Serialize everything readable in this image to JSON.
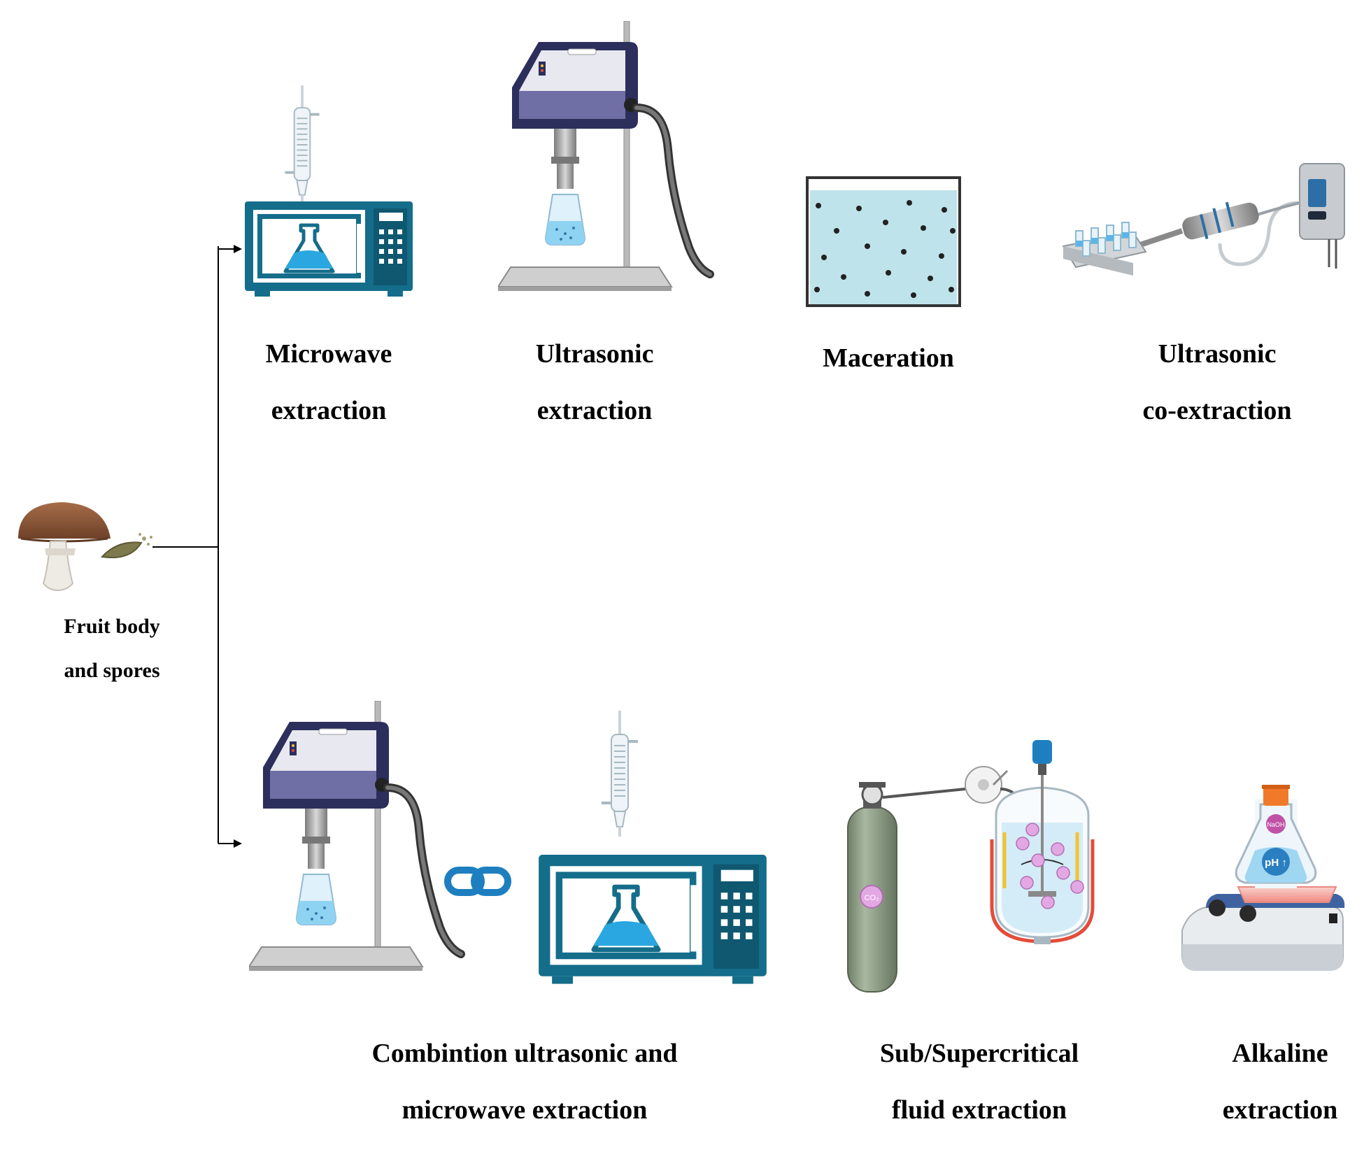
{
  "source": {
    "label_lines": [
      "Fruit body",
      "and spores"
    ]
  },
  "top_methods": [
    {
      "id": "microwave",
      "label_lines": [
        "Microwave",
        "extraction"
      ]
    },
    {
      "id": "ultrasonic",
      "label_lines": [
        "Ultrasonic",
        "extraction"
      ]
    },
    {
      "id": "maceration",
      "label_lines": [
        "Maceration"
      ]
    },
    {
      "id": "ultrasonic-co",
      "label_lines": [
        "Ultrasonic",
        "co-extraction"
      ]
    }
  ],
  "bottom_methods": [
    {
      "id": "combination",
      "label_lines": [
        "Combintion ultrasonic and",
        "microwave extraction"
      ]
    },
    {
      "id": "supercritical",
      "label_lines": [
        "Sub/Supercritical",
        "fluid extraction"
      ]
    },
    {
      "id": "alkaline",
      "label_lines": [
        "Alkaline",
        "extraction"
      ]
    }
  ],
  "equipment_text": {
    "co2_cylinder": "CO₂",
    "co2_bubble": "CO₂",
    "naoh_label": "NaOH",
    "ph_label": "pH ↑"
  },
  "colors": {
    "microwave_teal": "#146d8a",
    "microwave_dark": "#0f5870",
    "liquid_blue": "#2aa7e0",
    "sonicator_purple": "#4a4a86",
    "sonicator_window": "#6f6fa6",
    "maceration_fill": "#bfe3ea",
    "cylinder_green": "#8e9e86",
    "heater_red": "#e44c3a",
    "cap_orange": "#f07a2a",
    "link_blue": "#1e7fc0",
    "mushroom_brown": "#8b5a3c"
  }
}
